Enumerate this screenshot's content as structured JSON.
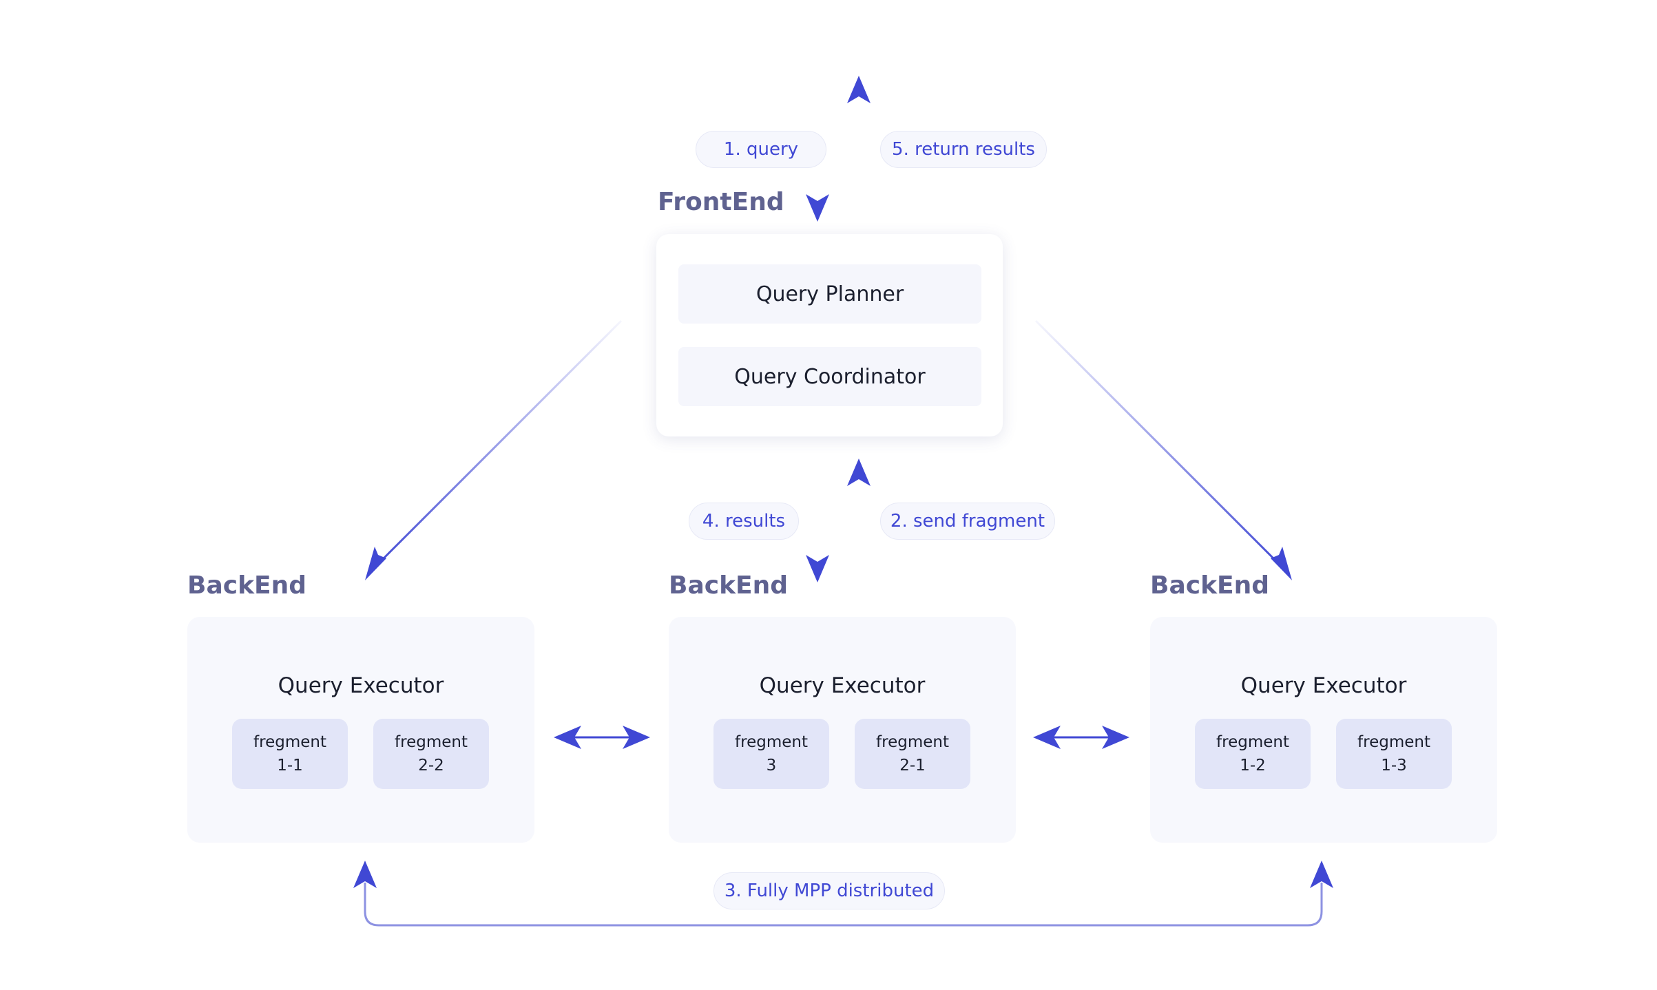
{
  "frontend": {
    "title": "FrontEnd",
    "modules": [
      "Query Planner",
      "Query Coordinator"
    ]
  },
  "backends": [
    {
      "title": "BackEnd",
      "executor": "Query Executor",
      "fragments": [
        {
          "line1": "fregment",
          "line2": "1-1"
        },
        {
          "line1": "fregment",
          "line2": "2-2"
        }
      ]
    },
    {
      "title": "BackEnd",
      "executor": "Query Executor",
      "fragments": [
        {
          "line1": "fregment",
          "line2": "3"
        },
        {
          "line1": "fregment",
          "line2": "2-1"
        }
      ]
    },
    {
      "title": "BackEnd",
      "executor": "Query Executor",
      "fragments": [
        {
          "line1": "fregment",
          "line2": "1-2"
        },
        {
          "line1": "fregment",
          "line2": "1-3"
        }
      ]
    }
  ],
  "steps": {
    "query": "1. query",
    "return_results": "5. return results",
    "results": "4. results",
    "send_fragment": "2. send fragment",
    "mpp": "3. Fully MPP distributed"
  },
  "colors": {
    "arrow": "#4048d4",
    "arrow_light": "#8d92e2",
    "section_title": "#5f6290",
    "panel": "#f7f8fd",
    "fragment": "#e2e5f8",
    "pill_text": "#4048d4"
  }
}
